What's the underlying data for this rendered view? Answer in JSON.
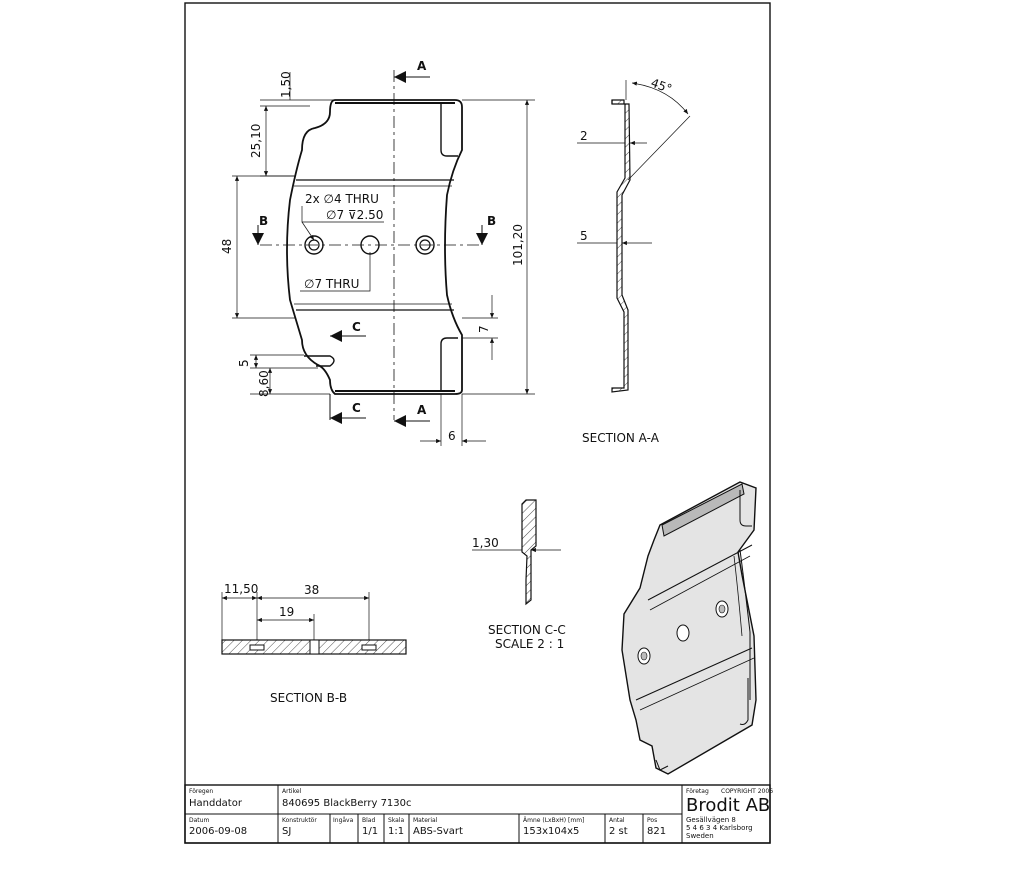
{
  "dimensions": {
    "d150": "1,50",
    "d2510": "25,10",
    "d48": "48",
    "d5": "5",
    "d860": "8,60",
    "d10120": "101,20",
    "d7": "7",
    "d6": "6",
    "hole_note_1": "2x ∅4 THRU",
    "hole_note_2": "∅7 ⊽2.50",
    "hole_note_3": "∅7 THRU",
    "angle": "45°",
    "aa_2": "2",
    "aa_5": "5",
    "cc_130": "1,30",
    "bb_1150": "11,50",
    "bb_38": "38",
    "bb_19": "19"
  },
  "section_letters": {
    "a_top": "A",
    "a_bottom": "A",
    "b_left": "B",
    "b_right": "B",
    "c_top": "C",
    "c_bottom": "C"
  },
  "section_titles": {
    "aa": "SECTION A-A",
    "cc_line1": "SECTION C-C",
    "cc_line2": "SCALE 2 : 1",
    "bb": "SECTION B-B"
  },
  "title_block": {
    "lbl_product": "Föregen",
    "product": "Handdator",
    "lbl_article": "Artikel",
    "article": "840695 BlackBerry 7130c",
    "lbl_company": "Företag",
    "copyright": "COPYRIGHT 2006",
    "company": "Brodit AB",
    "lbl_date": "Datum",
    "date": "2006-09-08",
    "lbl_designer": "Konstruktör",
    "designer": "SJ",
    "lbl_checked": "Ingåva",
    "checked": "",
    "lbl_sheet": "Blad",
    "sheet": "1/1",
    "lbl_scale": "Skala",
    "scale": "1:1",
    "lbl_material": "Material",
    "material": "ABS-Svart",
    "lbl_dims": "Ämne (LxBxH) [mm]",
    "dims": "153x104x5",
    "lbl_qty": "Antal",
    "qty": "2 st",
    "lbl_pos": "Pos",
    "pos": "821",
    "address_1": "Gesällvägen 8",
    "address_2": "5 4 6 3 4  Karlsborg",
    "address_3": "Sweden"
  }
}
